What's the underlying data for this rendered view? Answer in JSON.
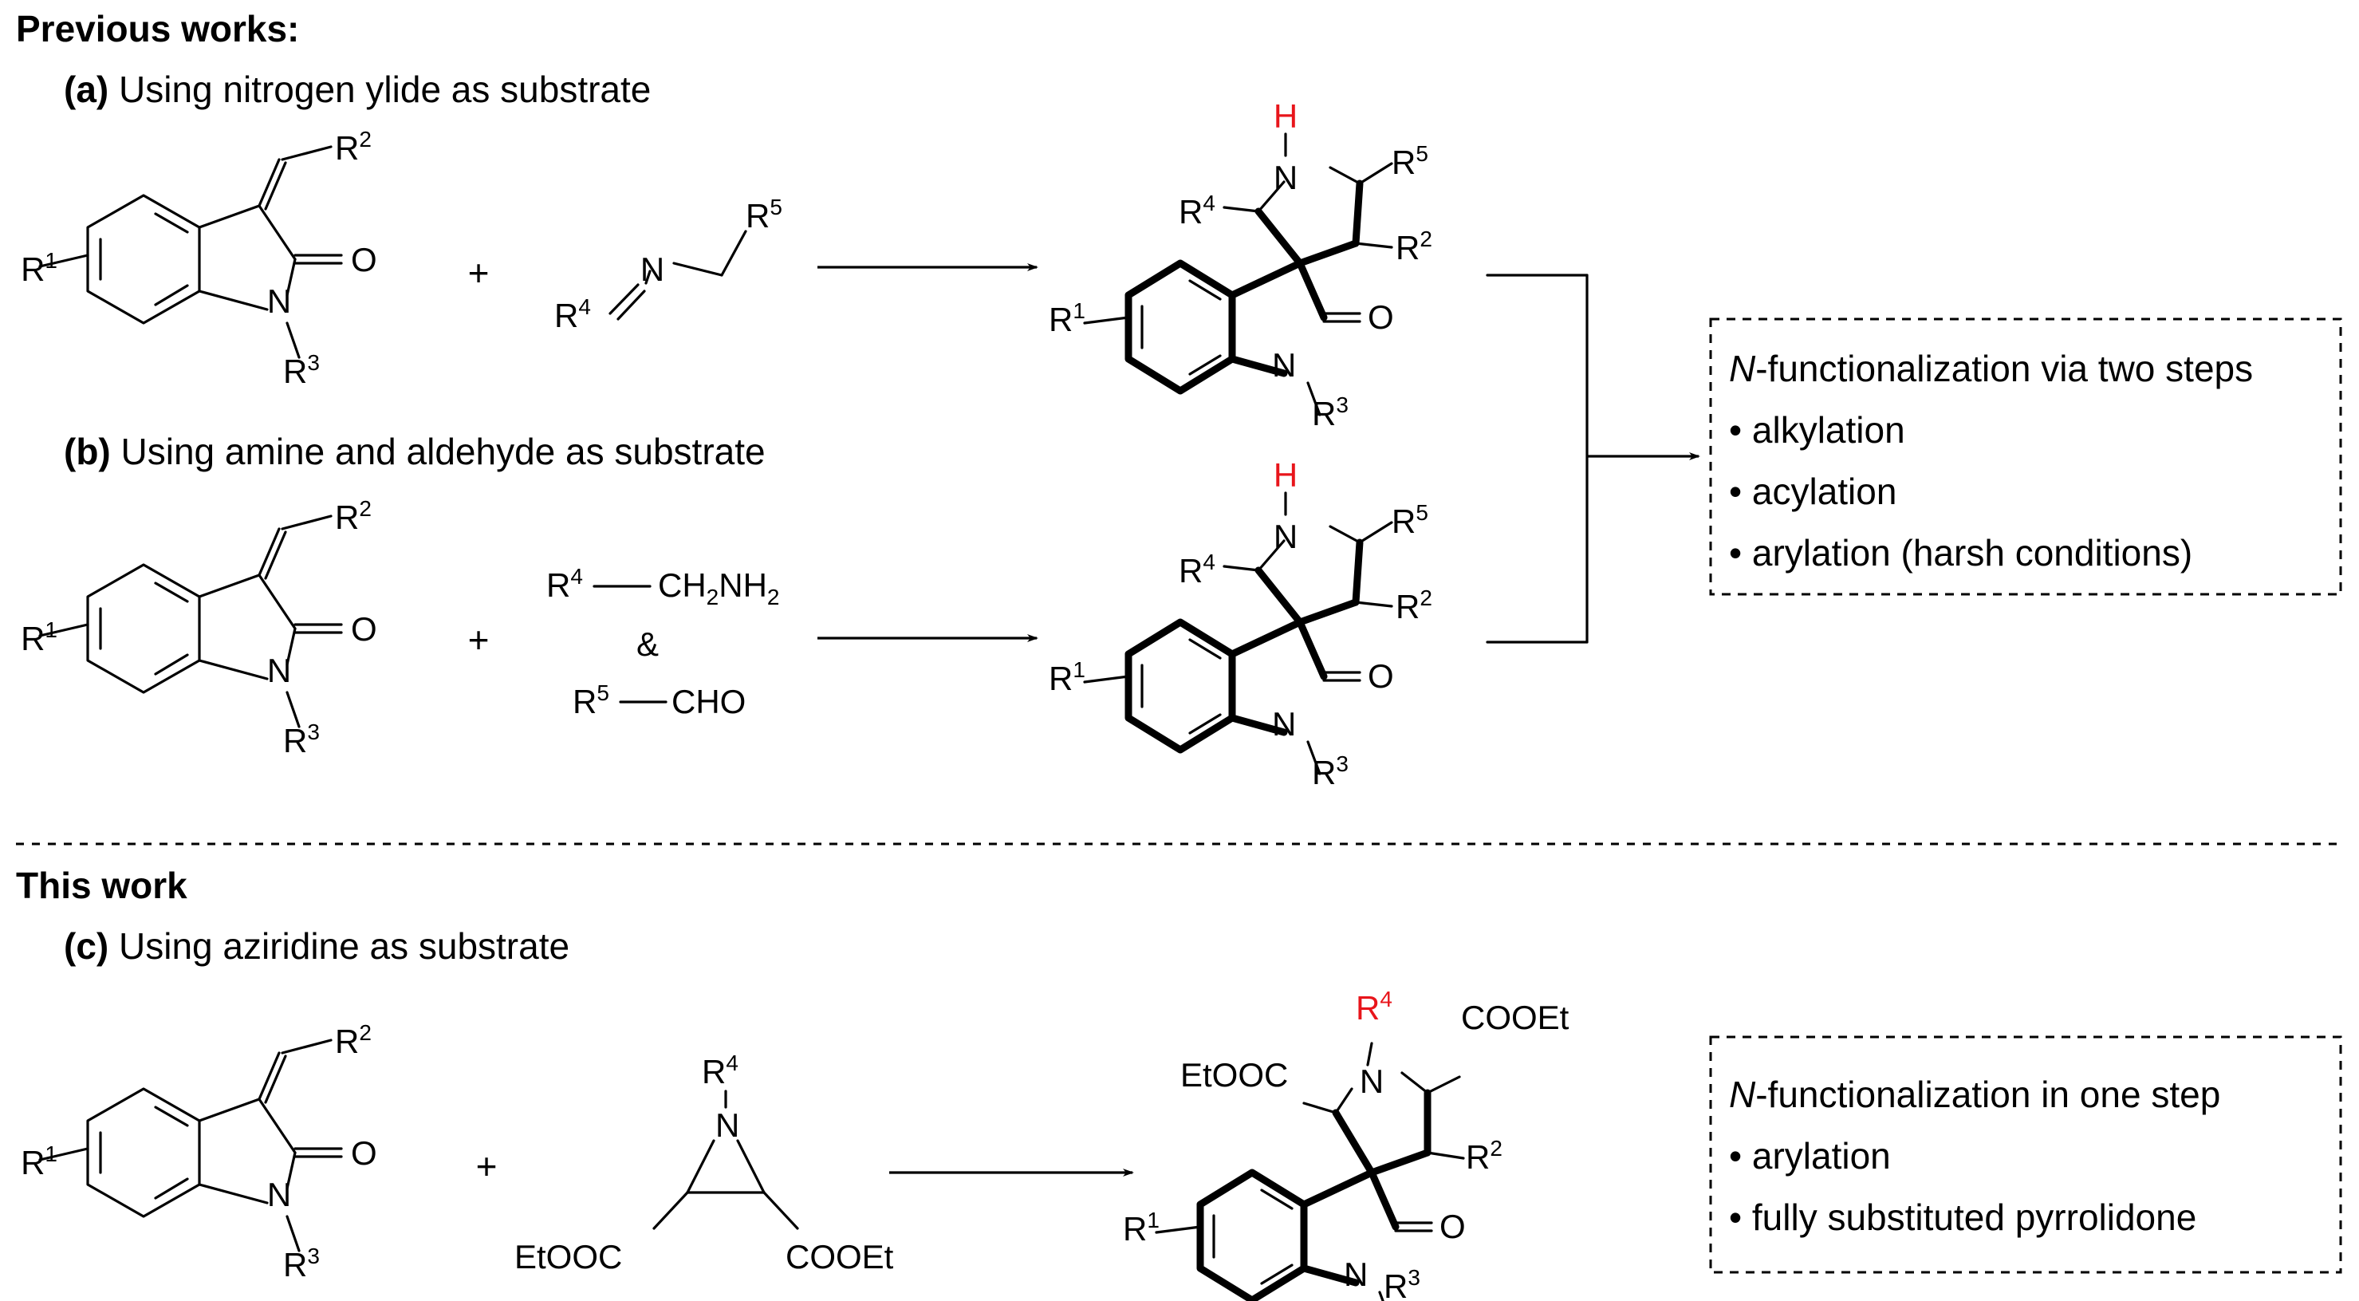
{
  "headings": {
    "previous": "Previous works:",
    "this_work": "This work"
  },
  "routes": {
    "a": {
      "tag": "(a)",
      "text": "Using nitrogen ylide as substrate"
    },
    "b": {
      "tag": "(b)",
      "text": "Using amine and aldehyde as substrate"
    },
    "c": {
      "tag": "(c)",
      "text": "Using aziridine as substrate"
    }
  },
  "atoms": {
    "R": "R",
    "n1": "1",
    "n2": "2",
    "n3": "3",
    "n4": "4",
    "n5": "5",
    "O": "O",
    "N": "N",
    "H": "H",
    "plus": "+",
    "amp": "&",
    "CH": "CH",
    "NH": "NH",
    "sub2": "2",
    "CHO": "CHO",
    "COOEt": "COOEt",
    "EtOOC": "EtOOC"
  },
  "box_two_steps": {
    "title_italic": "N",
    "title_rest": "-functionalization via two steps",
    "items": [
      "• alkylation",
      "• acylation",
      "• arylation (harsh conditions)"
    ]
  },
  "box_one_step": {
    "title_italic": "N",
    "title_rest": "-functionalization in one step",
    "items": [
      "• arylation",
      "• fully substituted pyrrolidone"
    ]
  },
  "colors": {
    "highlight": "#e8151b",
    "ink": "#000000"
  }
}
